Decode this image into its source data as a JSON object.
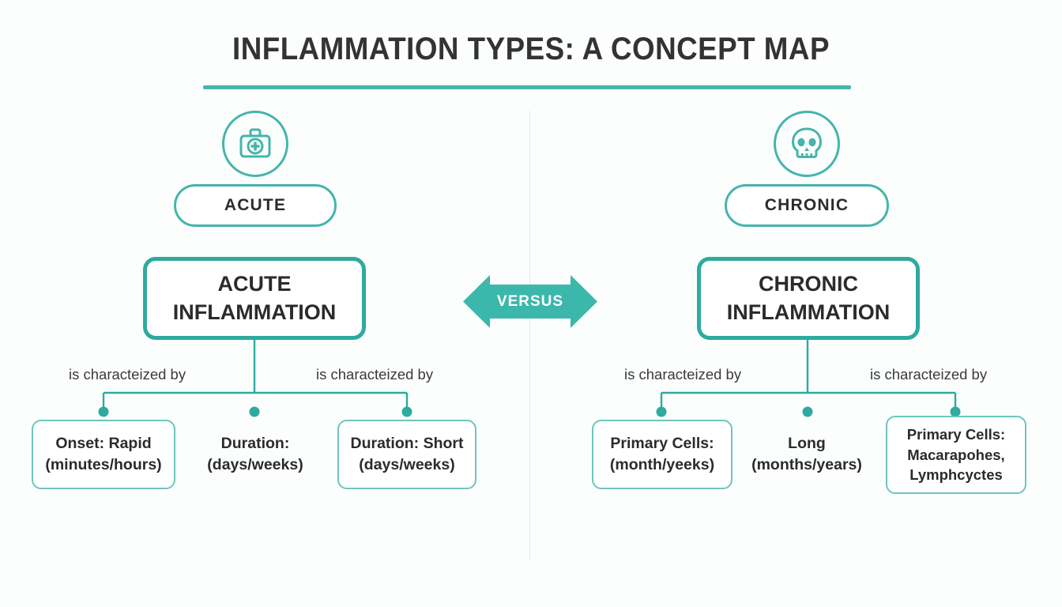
{
  "page": {
    "title": "INFLAMMATION TYPES: A CONCEPT MAP",
    "background_color": "#fcfefe",
    "accent_color": "#45b5ac",
    "accent_dark_color": "#2eaaa0",
    "text_color": "#2b2b2b",
    "divider_color": "#e4e7e7"
  },
  "branches": {
    "left": {
      "icon": "first-aid-kit-icon",
      "pill_label": "ACUTE",
      "concept_line1": "ACUTE",
      "concept_line2": "INFLAMMATION",
      "relation_left": "is characteized by",
      "relation_right": "is characteized by",
      "leaves": [
        {
          "lines": [
            "Onset: Rapid",
            "(minutes/hours)"
          ],
          "boxed": true
        },
        {
          "lines": [
            "Duration:",
            "(days/weeks)"
          ],
          "boxed": false
        },
        {
          "lines": [
            "Duration: Short",
            "(days/weeks)"
          ],
          "boxed": true
        }
      ]
    },
    "right": {
      "icon": "skull-icon",
      "pill_label": "CHRONIC",
      "concept_line1": "CHRONIC",
      "concept_line2": "INFLAMMATION",
      "relation_left": "is characteized by",
      "relation_right": "is characteized by",
      "leaves": [
        {
          "lines": [
            "Primary Cells:",
            "(month/yeeks)"
          ],
          "boxed": true
        },
        {
          "lines": [
            "Long",
            "(months/years)"
          ],
          "boxed": false
        },
        {
          "lines": [
            "Primary Cells:",
            "Macarapohes,",
            "Lymphcyctes"
          ],
          "boxed": true
        }
      ]
    }
  },
  "comparator": {
    "label": "VERSUS",
    "shape": "double-chevron-arrow",
    "color": "#3cb7ab"
  }
}
